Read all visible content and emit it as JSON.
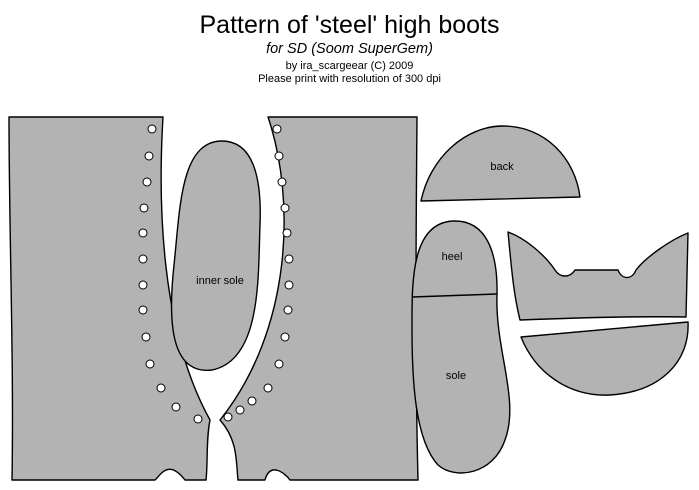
{
  "header": {
    "title": "Pattern of 'steel' high boots",
    "subtitle": "for SD (Soom SuperGem)",
    "credit": "by ira_scargeear (C) 2009",
    "note": "Please print with resolution of 300 dpi"
  },
  "labels": {
    "inner_sole": "inner sole",
    "back": "back",
    "heel": "heel",
    "sole": "sole"
  },
  "colors": {
    "piece_fill": "#b3b3b3",
    "outline": "#000000",
    "background": "#ffffff"
  }
}
